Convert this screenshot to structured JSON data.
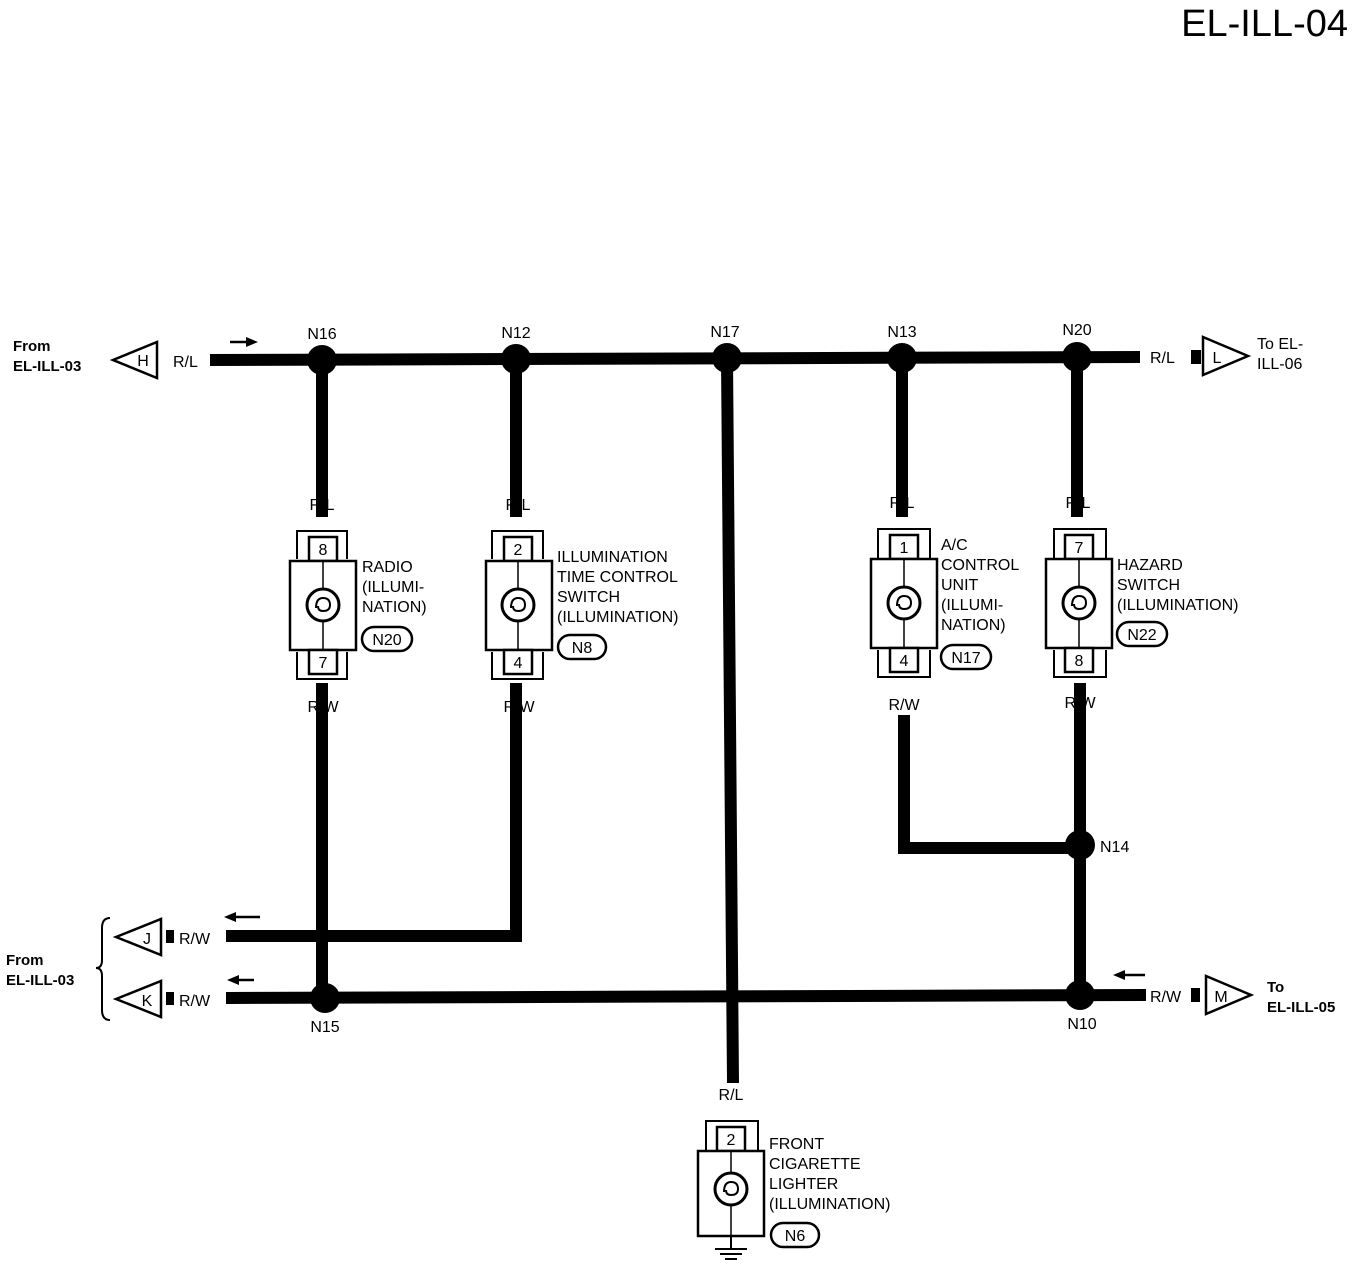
{
  "page_title": "EL-ILL-04",
  "connectors": {
    "H": {
      "letter": "H",
      "wire": "R/L",
      "ref": [
        "From",
        "EL-ILL-03"
      ]
    },
    "L": {
      "letter": "L",
      "wire": "R/L",
      "ref": [
        "To EL-",
        "ILL-06"
      ]
    },
    "J": {
      "letter": "J",
      "wire": "R/W"
    },
    "K": {
      "letter": "K",
      "wire": "R/W"
    },
    "JK_ref": [
      "From",
      "EL-ILL-03"
    ],
    "M": {
      "letter": "M",
      "wire": "R/W",
      "ref": [
        "To",
        "EL-ILL-05"
      ]
    }
  },
  "splices": {
    "n16": "N16",
    "n12": "N12",
    "n17": "N17",
    "n13": "N13",
    "n20": "N20",
    "n14": "N14",
    "n15": "N15",
    "n10": "N10"
  },
  "components": [
    {
      "id": "radio",
      "top_pin": "8",
      "bottom_pin": "7",
      "top_wire": "R/L",
      "bottom_wire": "R/W",
      "name": [
        "RADIO",
        "(ILLUMI-",
        "NATION)"
      ],
      "code": "N20"
    },
    {
      "id": "illum-time",
      "top_pin": "2",
      "bottom_pin": "4",
      "top_wire": "R/L",
      "bottom_wire": "R/W",
      "name": [
        "ILLUMINATION",
        "TIME CONTROL",
        "SWITCH",
        "(ILLUMINATION)"
      ],
      "code": "N8"
    },
    {
      "id": "ac-control",
      "top_pin": "1",
      "bottom_pin": "4",
      "top_wire": "R/L",
      "bottom_wire": "R/W",
      "name": [
        "A/C",
        "CONTROL",
        "UNIT",
        "(ILLUMI-",
        "NATION)"
      ],
      "code": "N17"
    },
    {
      "id": "hazard",
      "top_pin": "7",
      "bottom_pin": "8",
      "top_wire": "R/L",
      "bottom_wire": "R/W",
      "name": [
        "HAZARD",
        "SWITCH",
        "(ILLUMINATION)"
      ],
      "code": "N22"
    },
    {
      "id": "cig-lighter",
      "top_pin": "2",
      "top_wire": "R/L",
      "name": [
        "FRONT",
        "CIGARETTE",
        "LIGHTER",
        "(ILLUMINATION)"
      ],
      "code": "N6"
    }
  ]
}
